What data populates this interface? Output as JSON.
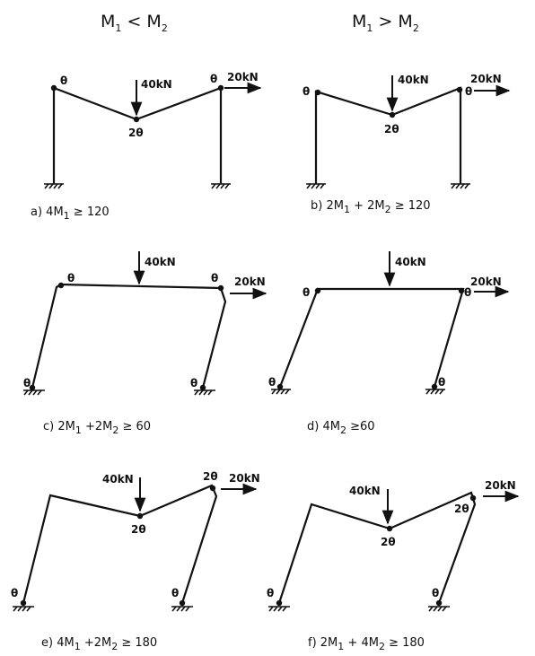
{
  "headers": {
    "left": {
      "main": "M",
      "sub": "1",
      "rel": " < M",
      "sub2": "2"
    },
    "right": {
      "main": "M",
      "sub": "1",
      "rel": " > M",
      "sub2": "2"
    }
  },
  "panels": [
    {
      "id": "a",
      "caption": [
        "a)  4M",
        "1",
        " ≥ 120"
      ],
      "load_v": "40kN",
      "load_h": "20kN",
      "theta": "θ",
      "two_theta": "2θ"
    },
    {
      "id": "b",
      "caption": [
        "b)  2M",
        "1",
        " + 2M",
        "2",
        " ≥ 120"
      ],
      "load_v": "40kN",
      "load_h": "20kN",
      "theta": "θ",
      "two_theta": "2θ"
    },
    {
      "id": "c",
      "caption": [
        "c)  2M",
        "1",
        " +2M",
        "2",
        " ≥ 60"
      ],
      "load_v": "40kN",
      "load_h": "20kN",
      "theta": "θ"
    },
    {
      "id": "d",
      "caption": [
        "d)  4M",
        "2",
        " ≥60"
      ],
      "load_v": "40kN",
      "load_h": "20kN",
      "theta": "θ"
    },
    {
      "id": "e",
      "caption": [
        "e)  4M",
        "1",
        " +2M",
        "2",
        "  ≥ 180"
      ],
      "load_v": "40kN",
      "load_h": "20kN",
      "theta": "θ",
      "two_theta": "2θ"
    },
    {
      "id": "f",
      "caption": [
        "f)  2M",
        "1",
        " + 4M",
        "2",
        "  ≥ 180"
      ],
      "load_v": "40kN",
      "load_h": "20kN",
      "theta": "θ",
      "two_theta": "2θ"
    }
  ]
}
